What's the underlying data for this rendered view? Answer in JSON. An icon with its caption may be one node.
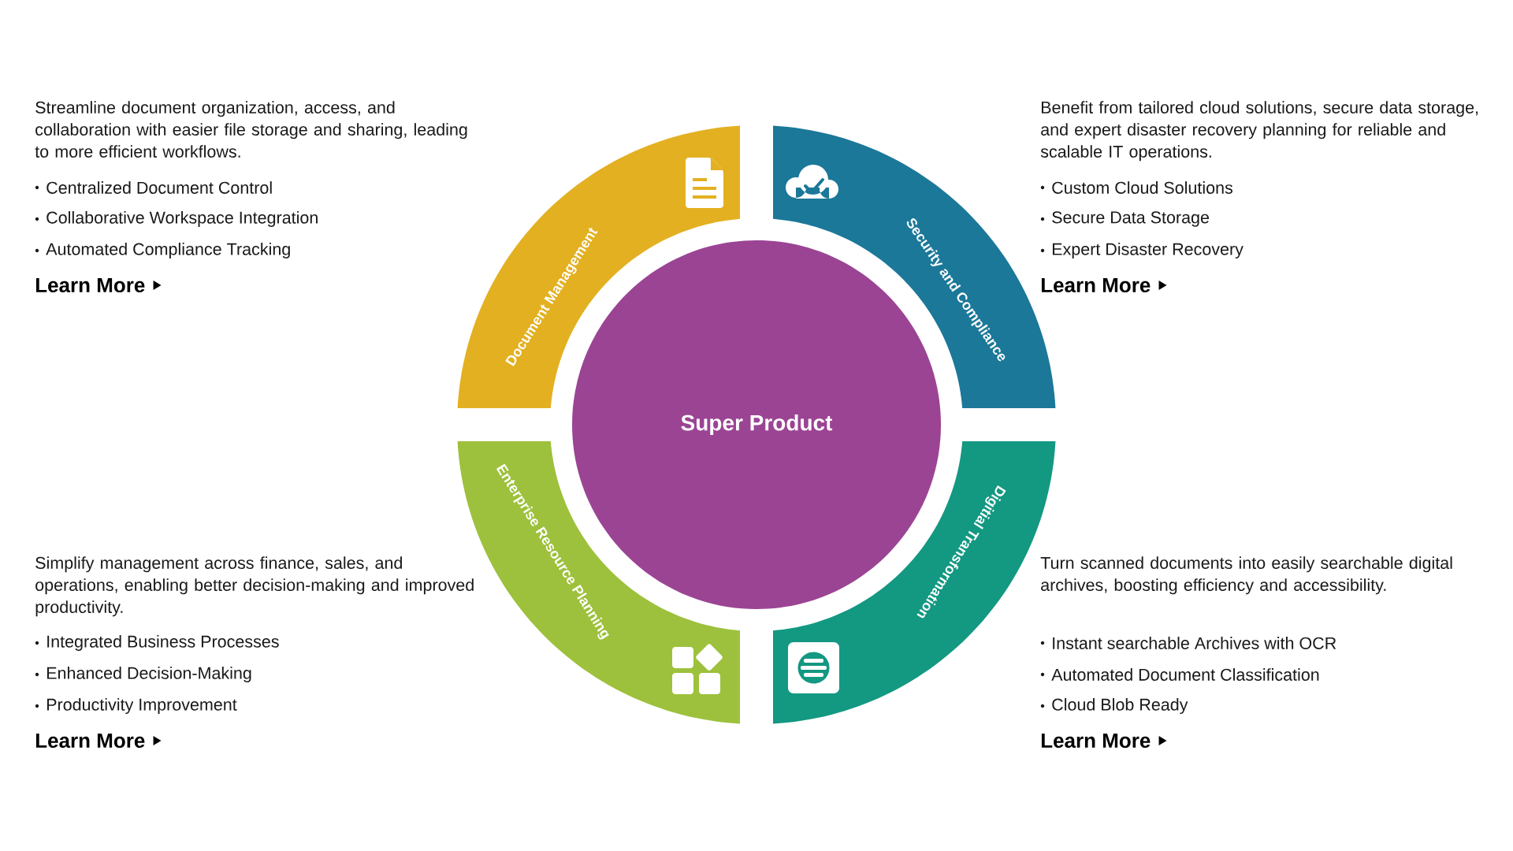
{
  "diagram": {
    "nodes": [
      {
        "text": [
          "Document Management"
        ]
      },
      {
        "text": [
          "Security and Compliance"
        ]
      },
      {
        "text": [
          "Super Product"
        ]
      },
      {
        "text": [
          "Enterprise Resource Planning"
        ]
      },
      {
        "text": [
          "Digitial Transformation"
        ]
      }
    ],
    "labels": [
      "Streamline document organization, access, and collaboration with easier file storage and sharing, leading to more efficient workflows.",
      "Centralized Document Control",
      "Collaborative Workspace Integration",
      "Automated Compliance Tracking",
      "Learn More",
      "Benefit from tailored cloud solutions, secure data storage, and expert disaster recovery planning for reliable and scalable IT operations.",
      "Custom Cloud Solutions",
      "Secure Data Storage",
      "Expert Disaster Recovery",
      "Learn More",
      "Simplify management across finance, sales, and operations, enabling better decision-making and improved productivity.",
      "Integrated Business Processes",
      "Enhanced Decision-Making",
      "Productivity Improvement",
      "Learn More",
      "Turn scanned documents into easily searchable digital archives, boosting efficiency and accessibility.",
      "Instant searchable Archives with OCR",
      "Automated Document Classification",
      "Cloud Blob Ready",
      "Learn More"
    ]
  }
}
